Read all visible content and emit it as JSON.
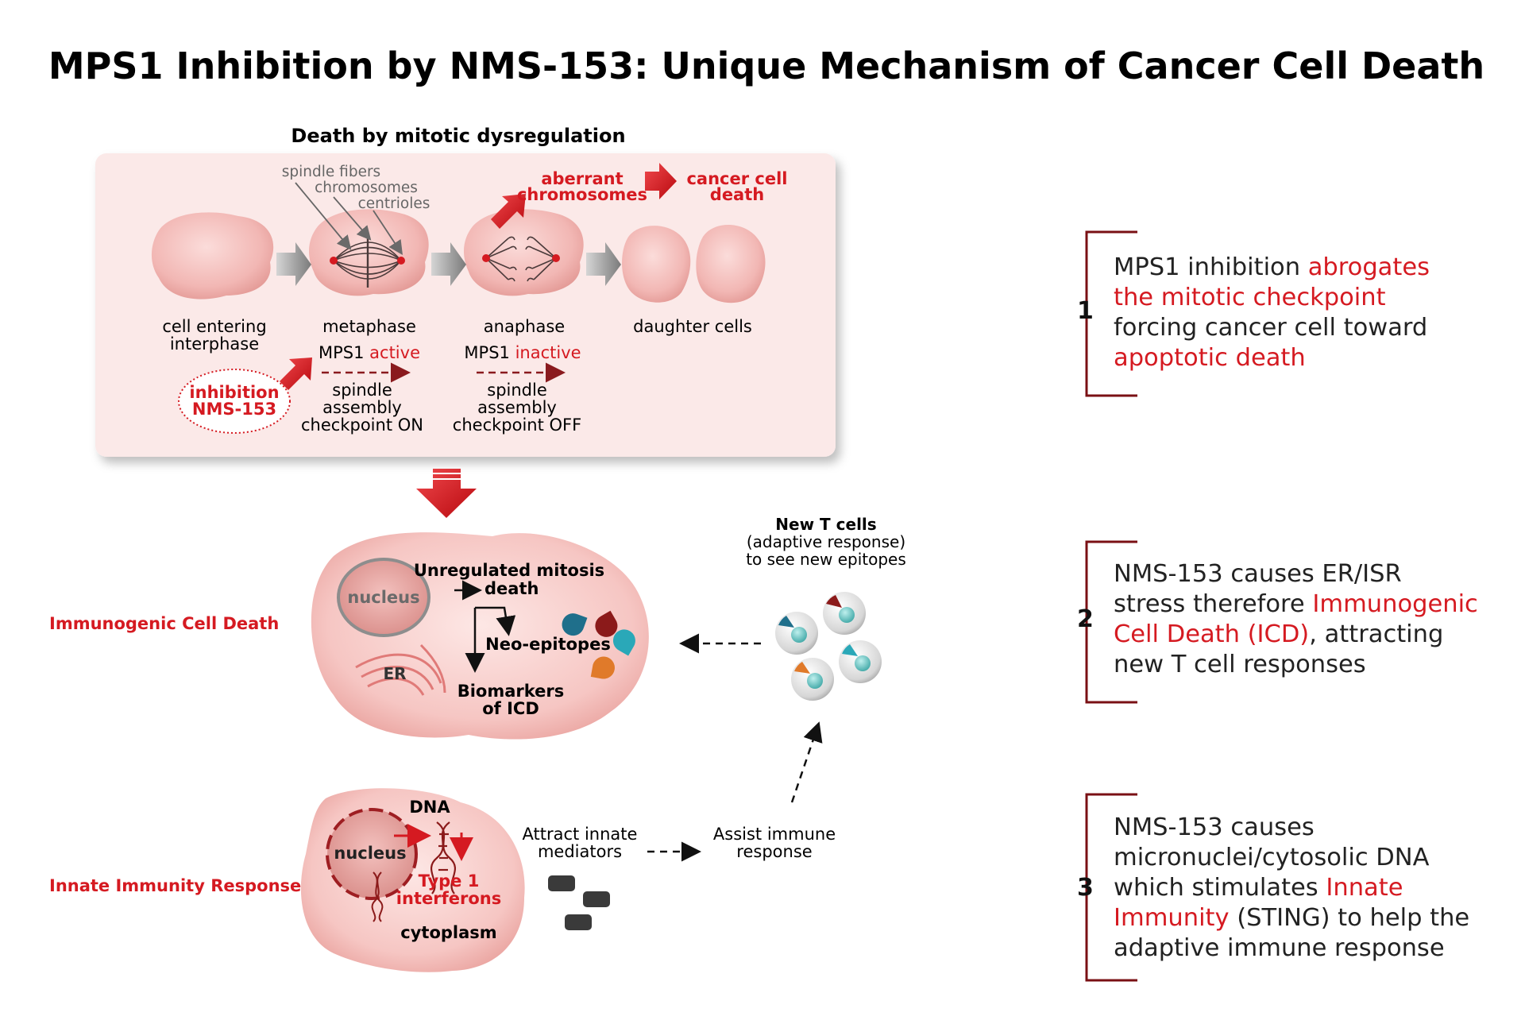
{
  "title": "MPS1 Inhibition by NMS-153: Unique Mechanism of Cancer Cell Death",
  "colors": {
    "accent_red": "#d51a21",
    "dark_red": "#7a1014",
    "cell_pink": "#f2b7b4",
    "panel_bg": "#fbe9e8"
  },
  "mitosis_panel": {
    "header": "Death by mitotic dysregulation",
    "callouts": [
      "spindle fibers",
      "chromosomes",
      "centrioles"
    ],
    "aberrant": [
      "aberrant",
      "chromosomes"
    ],
    "cancer_death": [
      "cancer cell",
      "death"
    ],
    "stages": {
      "interphase": [
        "cell entering",
        "interphase"
      ],
      "metaphase": "metaphase",
      "anaphase": "anaphase",
      "daughter": "daughter cells"
    },
    "mps1_prefix": "MPS1",
    "mps1_active": "active",
    "mps1_inactive": "inactive",
    "inhibition": [
      "inhibition",
      "NMS-153"
    ],
    "checkpoint_on": [
      "spindle",
      "assembly",
      "checkpoint ON"
    ],
    "checkpoint_off": [
      "spindle",
      "assembly",
      "checkpoint OFF"
    ]
  },
  "icd_section": {
    "row_label": "Immunogenic Cell Death",
    "nucleus": "nucleus",
    "unregulated": [
      "Unregulated mitosis",
      "death"
    ],
    "neo_epitopes": "Neo-epitopes",
    "er": "ER",
    "biomarkers": [
      "Biomarkers",
      "of ICD"
    ],
    "t_cells": [
      "New T cells",
      "(adaptive response)",
      "to see new epitopes"
    ]
  },
  "innate_section": {
    "row_label": "Innate Immunity Response",
    "dna": "DNA",
    "nucleus": "nucleus",
    "interferons": [
      "Type 1",
      "interferons"
    ],
    "cytoplasm": "cytoplasm",
    "attract": [
      "Attract innate",
      "mediators"
    ],
    "assist": [
      "Assist immune",
      "response"
    ]
  },
  "notes": [
    {
      "number": "1",
      "parts": [
        {
          "t": "MPS1 inhibition ",
          "red": false
        },
        {
          "t": "abrogates",
          "red": true
        },
        {
          "t": "\n",
          "red": false
        },
        {
          "t": "the mitotic checkpoint",
          "red": true
        },
        {
          "t": "\n",
          "red": false
        },
        {
          "t": "forcing cancer cell toward",
          "red": false
        },
        {
          "t": "\n",
          "red": false
        },
        {
          "t": "apoptotic death",
          "red": true
        }
      ]
    },
    {
      "number": "2",
      "parts": [
        {
          "t": "NMS-153 causes ER/ISR",
          "red": false
        },
        {
          "t": "\n",
          "red": false
        },
        {
          "t": "stress therefore ",
          "red": false
        },
        {
          "t": "Immunogenic",
          "red": true
        },
        {
          "t": "\n",
          "red": false
        },
        {
          "t": "Cell Death (ICD)",
          "red": true
        },
        {
          "t": ", attracting",
          "red": false
        },
        {
          "t": "\n",
          "red": false
        },
        {
          "t": "new T cell responses",
          "red": false
        }
      ]
    },
    {
      "number": "3",
      "parts": [
        {
          "t": "NMS-153 causes",
          "red": false
        },
        {
          "t": "\n",
          "red": false
        },
        {
          "t": "micronuclei/cytosolic DNA",
          "red": false
        },
        {
          "t": "\n",
          "red": false
        },
        {
          "t": "which stimulates ",
          "red": false
        },
        {
          "t": "Innate",
          "red": true
        },
        {
          "t": "\n",
          "red": false
        },
        {
          "t": "Immunity",
          "red": true
        },
        {
          "t": " (STING) to help the",
          "red": false
        },
        {
          "t": "\n",
          "red": false
        },
        {
          "t": "adaptive immune response",
          "red": false
        }
      ]
    }
  ]
}
